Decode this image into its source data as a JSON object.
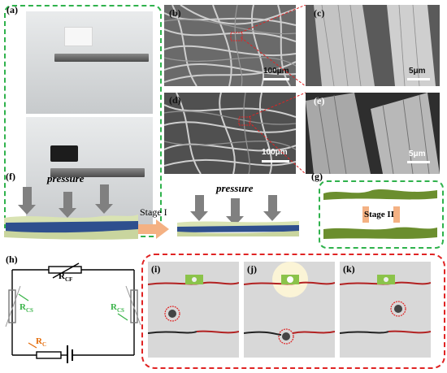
{
  "labels": {
    "a": "(a)",
    "b": "(b)",
    "c": "(c)",
    "d": "(d)",
    "e": "(e)",
    "f": "(f)",
    "g": "(g)",
    "h": "(h)",
    "i": "(i)",
    "j": "(j)",
    "k": "(k)"
  },
  "scalebars": {
    "b": "100μm",
    "c": "5μm",
    "d": "100μm",
    "e": "5μm"
  },
  "panel_f": {
    "pressure_left": "pressure",
    "pressure_right": "pressure",
    "stage1": "Stage I"
  },
  "panel_g": {
    "stage2": "Stage II"
  },
  "circuit": {
    "r_cf_main": "R",
    "r_cf_sub": "CF",
    "r_cs_left_main": "R",
    "r_cs_left_sub": "CS",
    "r_cs_right_main": "R",
    "r_cs_right_sub": "CS",
    "r_c_main": "R",
    "r_c_sub": "C"
  },
  "colors": {
    "green_dash": "#2fb24c",
    "red_dash": "#e02424",
    "orange_arrow": "#f4b183",
    "rcs_green": "#3cb44b",
    "rc_orange": "#e46c0a"
  }
}
